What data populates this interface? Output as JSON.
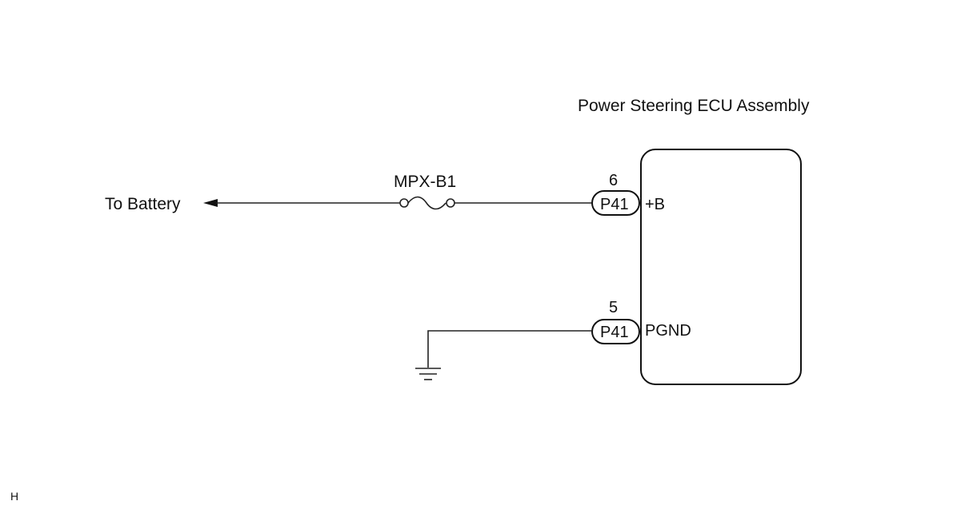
{
  "ecu": {
    "title": "Power Steering ECU Assembly"
  },
  "battery": {
    "label": "To Battery"
  },
  "fuse": {
    "label": "MPX-B1"
  },
  "pins": [
    {
      "number": "6",
      "connector": "P41",
      "terminal": "+B"
    },
    {
      "number": "5",
      "connector": "P41",
      "terminal": "PGND"
    }
  ],
  "ground": {
    "icon": "ground-symbol-icon"
  },
  "footer": {
    "code": "H"
  }
}
